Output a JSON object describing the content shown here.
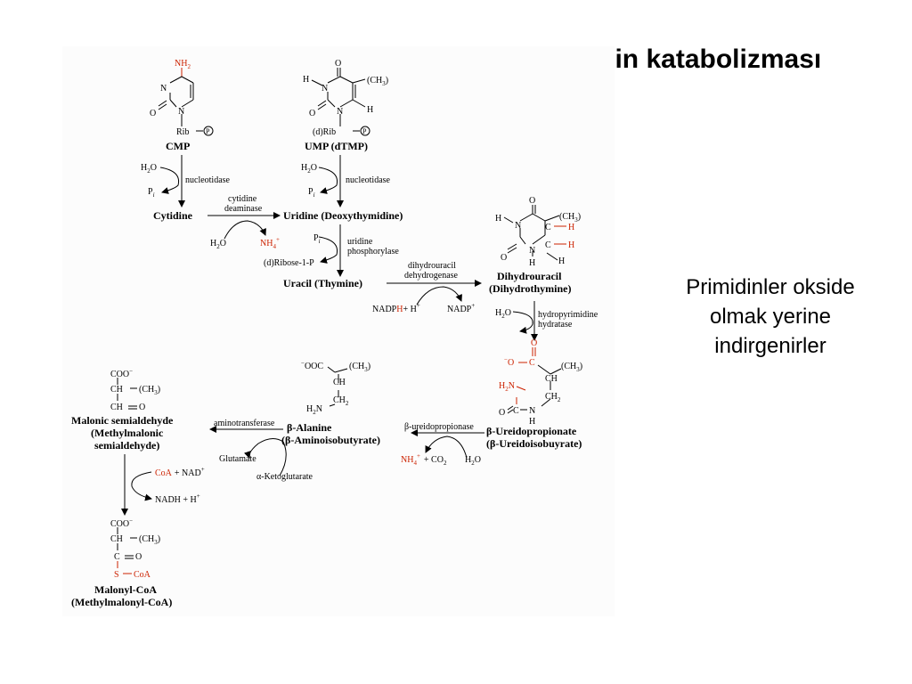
{
  "slide": {
    "title": "Primidinlerin katabolizması",
    "note_lines": [
      "Primidinler okside",
      "olmak yerine",
      "indirgenirler"
    ]
  },
  "diagram": {
    "cmp": {
      "amino": "NH",
      "amino_sub": "2",
      "n3": "N",
      "n1": "N",
      "o": "O",
      "rib": "Rib",
      "p": "P",
      "name": "CMP"
    },
    "ump": {
      "h": "H",
      "n3": "N",
      "o4": "O",
      "ch3": "(CH",
      "ch3_sub": "3",
      "close": ")",
      "o2": "O",
      "n1": "N",
      "h6": "H",
      "rib": "(d)Rib",
      "p": "P",
      "name": "UMP (dTMP)"
    },
    "step1": {
      "h2o": "H",
      "h2o_sub": "2",
      "o": "O",
      "pi": "P",
      "pi_sub": "i",
      "enzyme": "nucleotidase"
    },
    "step2": {
      "h2o": "H",
      "h2o_sub": "2",
      "o": "O",
      "pi": "P",
      "pi_sub": "i",
      "enzyme": "nucleotidase"
    },
    "cytidine": "Cytidine",
    "uridine": "Uridine (Deoxythymidine)",
    "deaminase": {
      "line1": "cytidine",
      "line2": "deaminase",
      "h2o": "H",
      "h2o_sub": "2",
      "o": "O",
      "nh4": "NH",
      "nh4_sub": "4",
      "nh4_sup": "+"
    },
    "phosphorylase": {
      "pi": "P",
      "pi_sub": "i",
      "line1": "uridine",
      "line2": "phosphorylase",
      "ribose": "(d)Ribose-1-P"
    },
    "uracil": "Uracil (Thymine)",
    "dehydrogenase": {
      "line1": "dihydrouracil",
      "line2": "dehydrogenase",
      "nadph": "NADP",
      "nadph_h": "H",
      "plus_h": "+ H",
      "plus": "+",
      "nadp": "NADP",
      "nadp_sup": "+"
    },
    "dihydro": {
      "h": "H",
      "n3": "N",
      "o4": "O",
      "ch3": "(CH",
      "ch3_sub": "3",
      "close": ")",
      "c5": "C",
      "h5": "H",
      "c6": "C",
      "h6": "H",
      "o2": "O",
      "n1": "N",
      "h1": "H",
      "h6b": "H",
      "name1": "Dihydrouracil",
      "name2": "(Dihydrothymine)"
    },
    "hydratase": {
      "h2o": "H",
      "h2o_sub": "2",
      "o": "O",
      "line1": "hydropyrimidine",
      "line2": "hydratase"
    },
    "ureido": {
      "o_top": "O",
      "coo": "O",
      "c_carb": "C",
      "ch3": "(CH",
      "ch3_sub": "3",
      "close": ")",
      "ch": "CH",
      "nh2": "H",
      "nh2_sub": "2",
      "nh2_n": "N",
      "ch2": "CH",
      "ch2_sub": "2",
      "o": "O",
      "c": "C",
      "n": "N",
      "h": "H",
      "name1": "β-Ureidopropionate",
      "name2": "(β-Ureidoisobuyrate)"
    },
    "ureidopropionase": {
      "enzyme": "β-ureidopropionase",
      "nh4": "NH",
      "nh4_sub": "4",
      "nh4_sup": "+",
      "co2": "+ CO",
      "co2_sub": "2",
      "h2o": "H",
      "h2o_sub": "2",
      "o": "O"
    },
    "alanine": {
      "ooc": "OOC",
      "ch3": "(CH",
      "ch3_sub": "3",
      "close": ")",
      "ch": "CH",
      "ch2": "CH",
      "ch2_sub": "2",
      "h2n": "H",
      "h2n_sub": "2",
      "h2n_n": "N",
      "name1": "β-Alanine",
      "name2": "(β-Aminoisobutyrate)"
    },
    "transaminase": {
      "enzyme": "aminotransferase",
      "glutamate": "Glutamate",
      "ketoglutarate": "α-Ketoglutarate"
    },
    "malonic": {
      "coo": "COO",
      "ch": "CH",
      "ch3": "(CH",
      "ch3_sub": "3",
      "close": ")",
      "cho": "CH",
      "cho_o": "O",
      "name1": "Malonic semialdehyde",
      "name2": "(Methylmalonic",
      "name3": "semialdehyde)"
    },
    "coa_step": {
      "coa": "CoA",
      "nad": "+ NAD",
      "nad_sup": "+",
      "nadh": "NADH + H",
      "nadh_sup": "+"
    },
    "malonyl": {
      "coo": "COO",
      "ch": "CH",
      "ch3": "(CH",
      "ch3_sub": "3",
      "close": ")",
      "c": "C",
      "o": "O",
      "s": "S",
      "coa": "CoA",
      "name1": "Malonyl-CoA",
      "name2": "(Methylmalonyl-CoA)"
    }
  }
}
